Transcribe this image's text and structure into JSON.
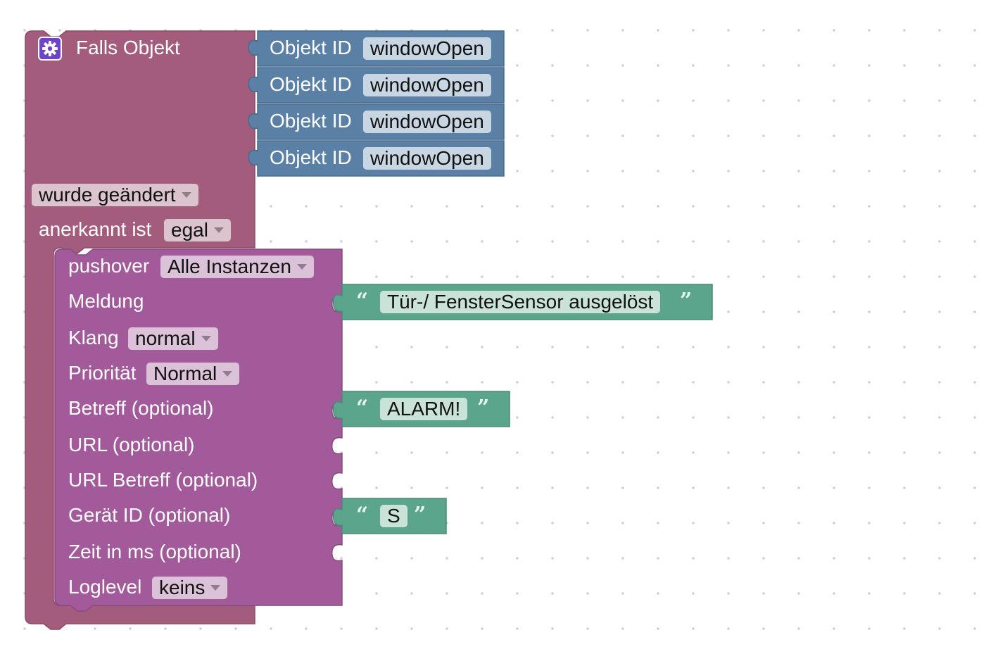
{
  "colors": {
    "event_block": "#a45c7c",
    "event_block_dark": "#8b4a67",
    "pushover_block": "#a25a9a",
    "pushover_block_dark": "#864b80",
    "object_block": "#5b80a5",
    "object_block_dark": "#496a8c",
    "text_block": "#5ba58c",
    "text_block_dark": "#4b8a74",
    "event_dropdown_bg": "#dcc4cf",
    "pushover_dropdown_bg": "#dcc2d8",
    "object_field_bg": "#c8d6e4",
    "text_field_bg": "#c9e3d9",
    "settings_icon": "#6f43c8"
  },
  "event_block": {
    "settings_icon": "gear-icon",
    "title": "Falls Objekt",
    "objects": [
      {
        "label": "Objekt ID",
        "value": "windowOpen"
      },
      {
        "label": "Objekt ID",
        "value": "windowOpen"
      },
      {
        "label": "Objekt ID",
        "value": "windowOpen"
      },
      {
        "label": "Objekt ID",
        "value": "windowOpen"
      }
    ],
    "trigger_dropdown": "wurde geändert",
    "ack_label": "anerkannt ist",
    "ack_dropdown": "egal"
  },
  "pushover_block": {
    "title": "pushover",
    "instance_dropdown": "Alle Instanzen",
    "message_label": "Meldung",
    "message_value": "Tür-/ FensterSensor ausgelöst",
    "sound_label": "Klang",
    "sound_dropdown": "normal",
    "priority_label": "Priorität",
    "priority_dropdown": "Normal",
    "subject_label": "Betreff (optional)",
    "subject_value": "ALARM!",
    "url_label": "URL (optional)",
    "url_subject_label": "URL Betreff (optional)",
    "device_label": "Gerät ID (optional)",
    "device_value": "S",
    "time_label": "Zeit in ms (optional)",
    "loglevel_label": "Loglevel",
    "loglevel_dropdown": "keins"
  },
  "quotes": {
    "open": "“",
    "close": "”"
  }
}
